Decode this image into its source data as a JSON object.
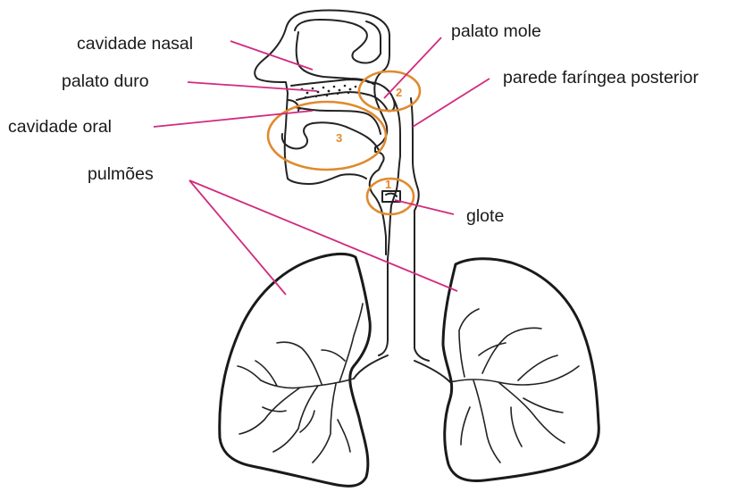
{
  "colors": {
    "leader_line": "#d12b7e",
    "highlight_circle": "#e08a2e",
    "drawing": "#222222"
  },
  "labels": {
    "cavidade_nasal": "cavidade nasal",
    "palato_duro": "palato duro",
    "cavidade_oral": "cavidade oral",
    "pulmoes": "pulmões",
    "palato_mole": "palato mole",
    "parede_faringea_posterior": "parede faríngea posterior",
    "glote": "glote"
  },
  "markers": {
    "glote_number": "1",
    "palato_mole_number": "2",
    "cavidade_oral_number": "3"
  }
}
